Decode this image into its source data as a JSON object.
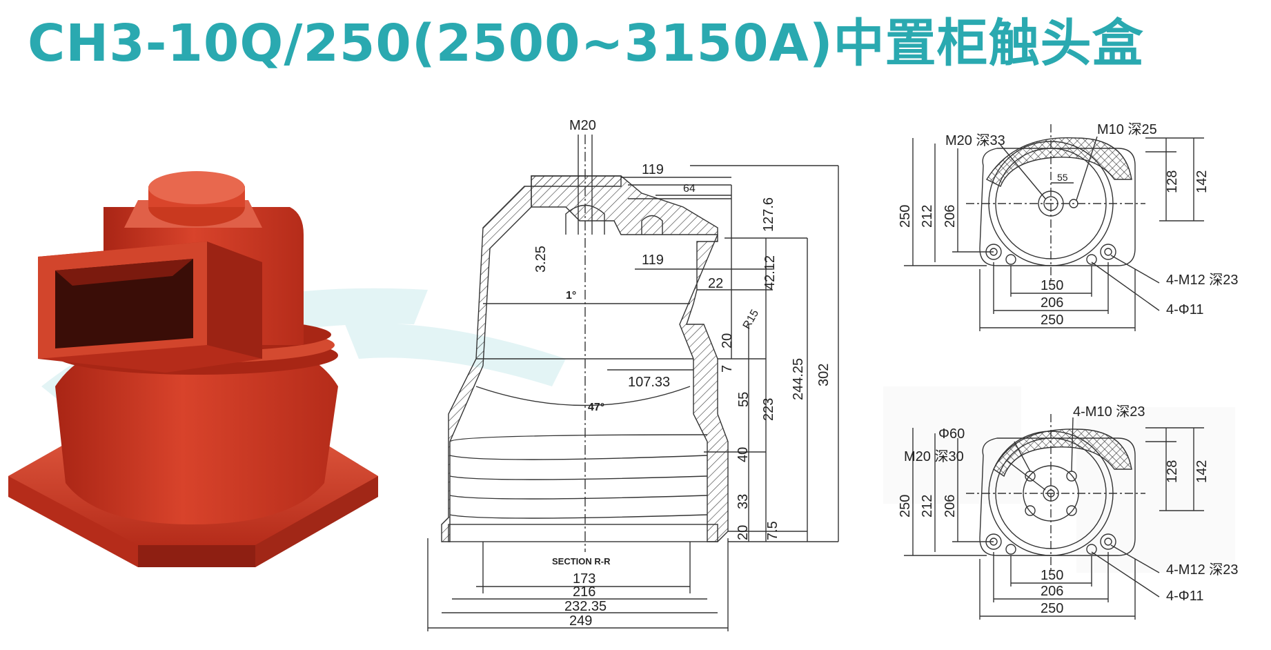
{
  "title": "CH3-10Q/250(2500~3150A)中置柜触头盒",
  "colors": {
    "title": "#2aa9b0",
    "product": "#c8321f",
    "product_dark": "#8e1f12",
    "product_light": "#e0553d",
    "line": "#333333"
  },
  "section": {
    "thread_top": "M20",
    "d119a": "119",
    "d64": "64",
    "d127_6": "127.6",
    "d3_25": "3.25",
    "d119b": "119",
    "d42_12": "42.12",
    "d22": "22",
    "angle1": "1°",
    "r15": "R15",
    "d20a": "20",
    "d7": "7",
    "d107_33": "107.33",
    "angle47": "47°",
    "d55": "55",
    "d223": "223",
    "d244_25": "244.25",
    "d302": "302",
    "d40": "40",
    "d33": "33",
    "d20b": "20",
    "d7_5": "7.5",
    "section_label": "SECTION R-R",
    "d173": "173",
    "d216": "216",
    "d232_35": "232.35",
    "d249": "249"
  },
  "top_view": {
    "m20": "M20 深33",
    "m10": "M10 深25",
    "d55": "55",
    "d128": "128",
    "d142": "142",
    "d250v": "250",
    "d212": "212",
    "d206v": "206",
    "d150": "150",
    "d206h": "206",
    "d250h": "250",
    "m12": "4-M12 深23",
    "phi11": "4-Φ11"
  },
  "bottom_view": {
    "m10": "4-M10 深23",
    "phi60": "Φ60",
    "m20": "M20 深30",
    "d128": "128",
    "d142": "142",
    "d250v": "250",
    "d212": "212",
    "d206v": "206",
    "d150": "150",
    "d206h": "206",
    "d250h": "250",
    "m12": "4-M12 深23",
    "phi11": "4-Φ11"
  }
}
